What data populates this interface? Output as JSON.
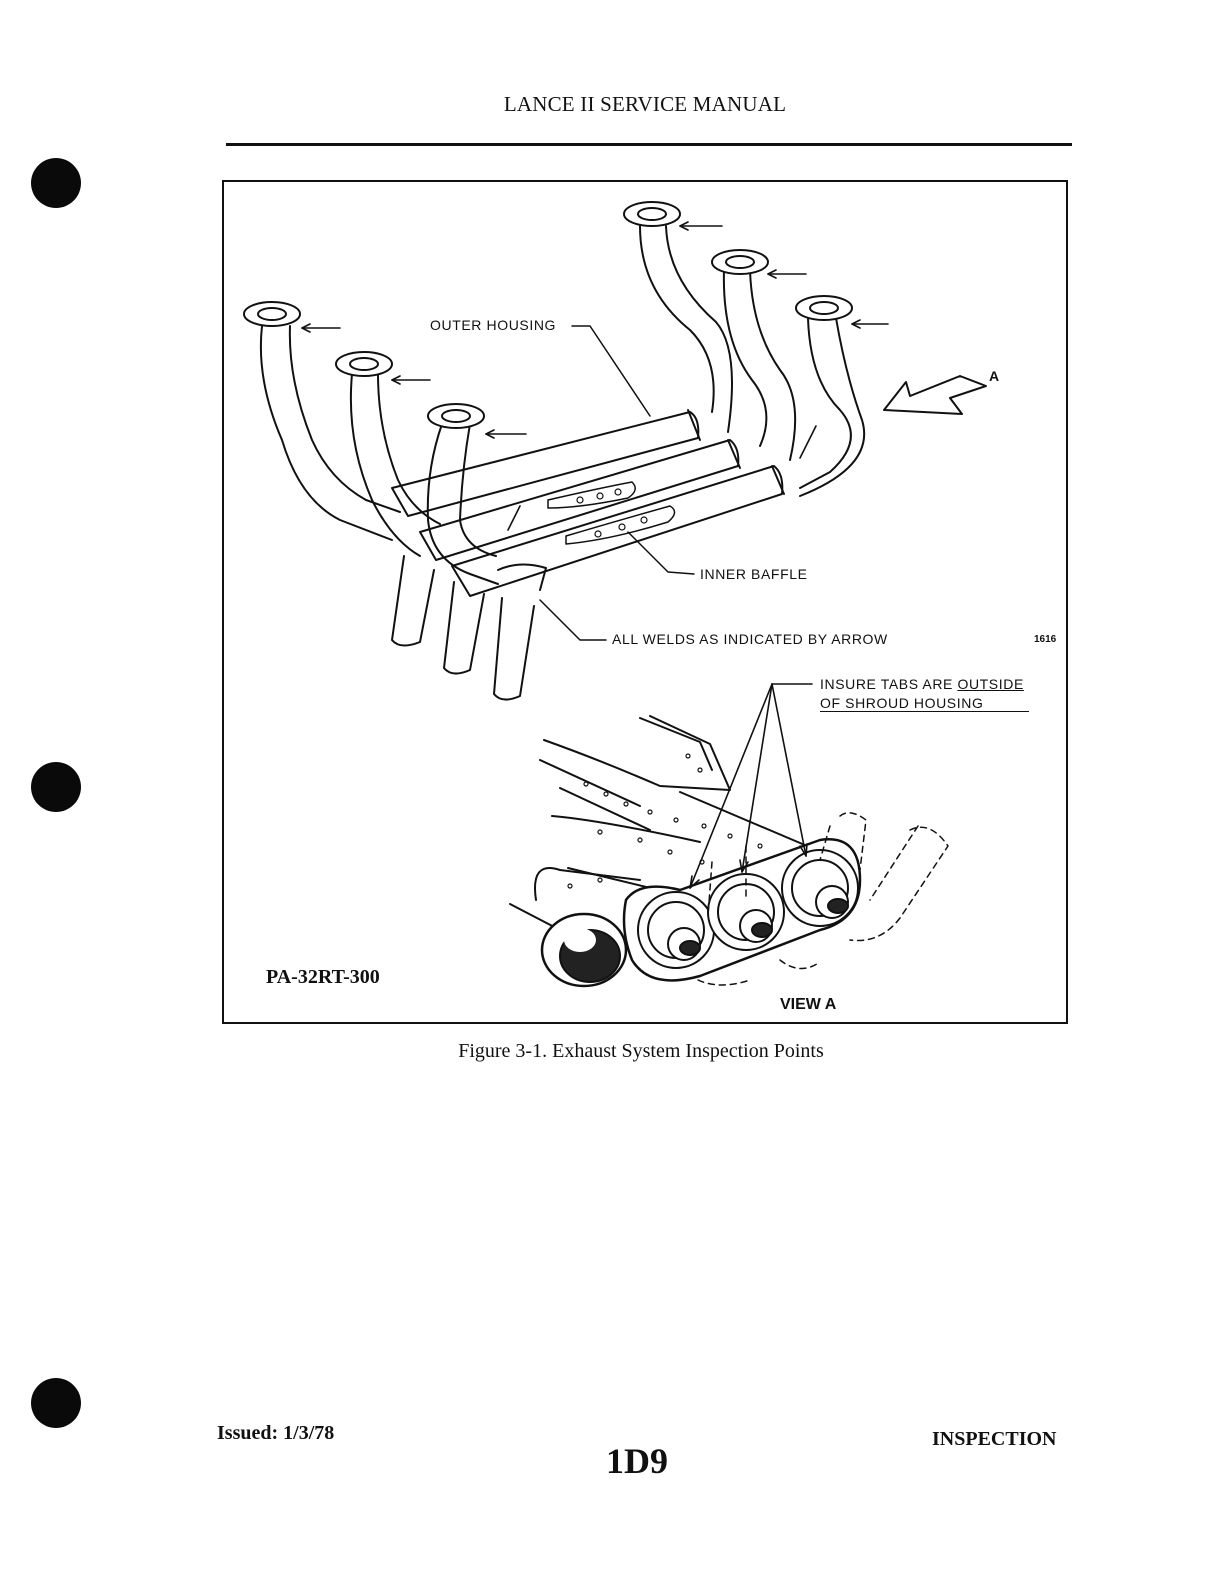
{
  "header": {
    "title": "LANCE II SERVICE MANUAL"
  },
  "figure": {
    "labels": {
      "outer_housing": "OUTER HOUSING",
      "inner_baffle": "INNER BAFFLE",
      "all_welds": "ALL WELDS AS INDICATED BY ARROW",
      "tabs_line1_prefix": "INSURE TABS ARE ",
      "tabs_line1_emph": "OUTSIDE",
      "tabs_line2": "OF SHROUD HOUSING",
      "view_arrow": "A",
      "figure_number": "1616",
      "model": "PA-32RT-300",
      "view": "VIEW A"
    },
    "caption": "Figure 3-1.  Exhaust System Inspection Points"
  },
  "footer": {
    "issued": "Issued: 1/3/78",
    "page": "1D9",
    "section": "INSPECTION"
  }
}
